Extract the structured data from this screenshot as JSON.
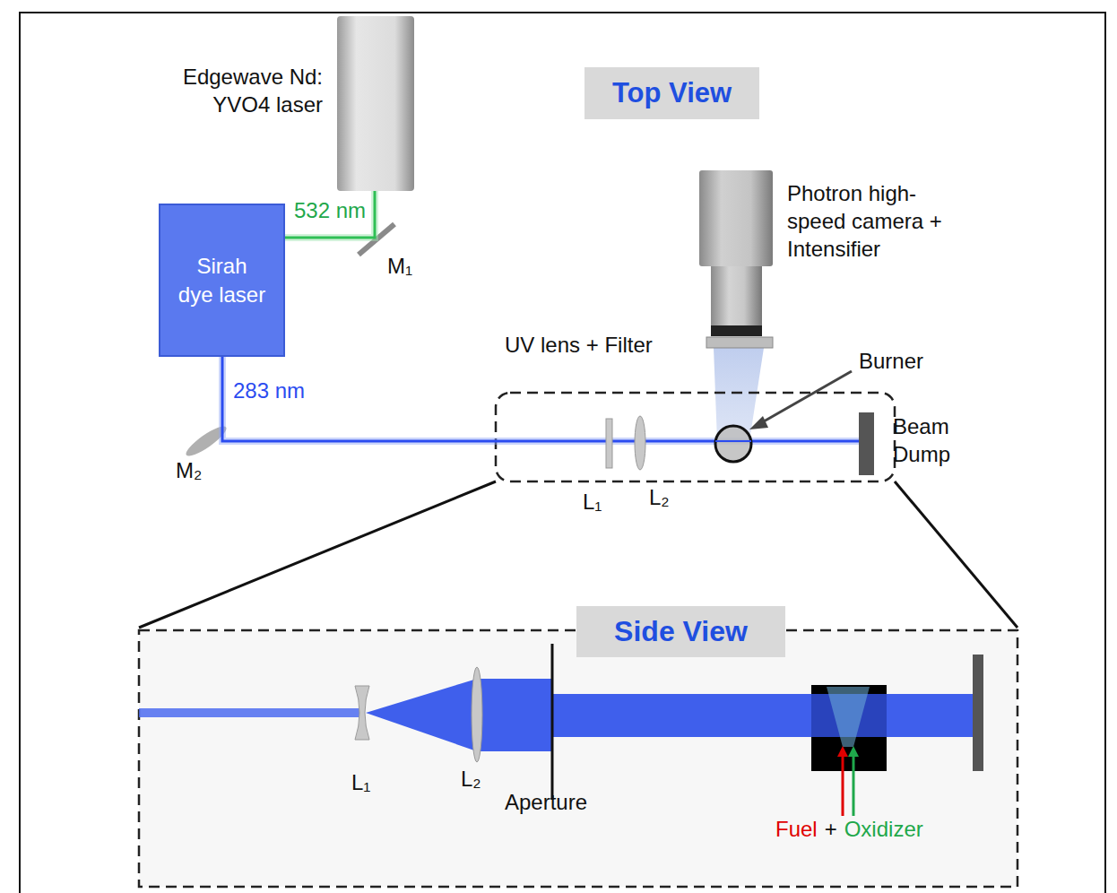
{
  "diagram": {
    "nodes": [
      {
        "text": [
          "Top View"
        ]
      },
      {
        "text": [
          "Edgewave Nd: YVO4 laser"
        ]
      },
      {
        "text": [
          "Sirah dye laser"
        ]
      },
      {
        "text": [
          "Photron high-speed camera + Intensifier"
        ]
      },
      {
        "text": [
          "Beam Dump"
        ]
      },
      {
        "text": [
          "Side View"
        ]
      }
    ],
    "edges": [
      {
        "from": 1,
        "to": 2,
        "arrow": "none",
        "label": "532 nm"
      },
      {
        "from": 2,
        "to": 4,
        "arrow": "none",
        "label": "283 nm"
      }
    ],
    "labels": [
      "M₁",
      "M₂",
      "UV lens + Filter",
      "Burner",
      "L₁",
      "L₂",
      "L₁",
      "L₂",
      "Aperture",
      "Fuel",
      "+",
      "Oxidizer"
    ]
  }
}
